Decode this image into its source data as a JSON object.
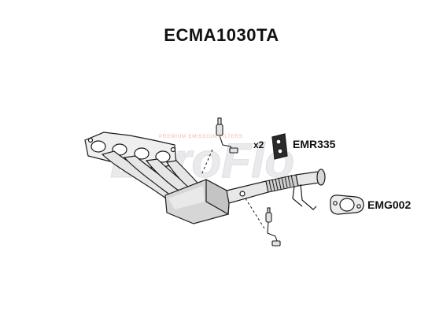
{
  "title": "ECMA1030TA",
  "watermark": {
    "brand": "EuroFlo",
    "tagline": "PREMIUM EMISSION FILTERS"
  },
  "parts": {
    "mount_rubber": {
      "quantity": "x2",
      "code": "EMR335"
    },
    "gasket": {
      "code": "EMG002"
    }
  },
  "colors": {
    "line": "#1a1a1a",
    "fill_light": "#e6e6e6",
    "fill_mid": "#cfcfcf",
    "watermark": "#e8e8ec",
    "watermark_accent": "#f1b7b2"
  }
}
